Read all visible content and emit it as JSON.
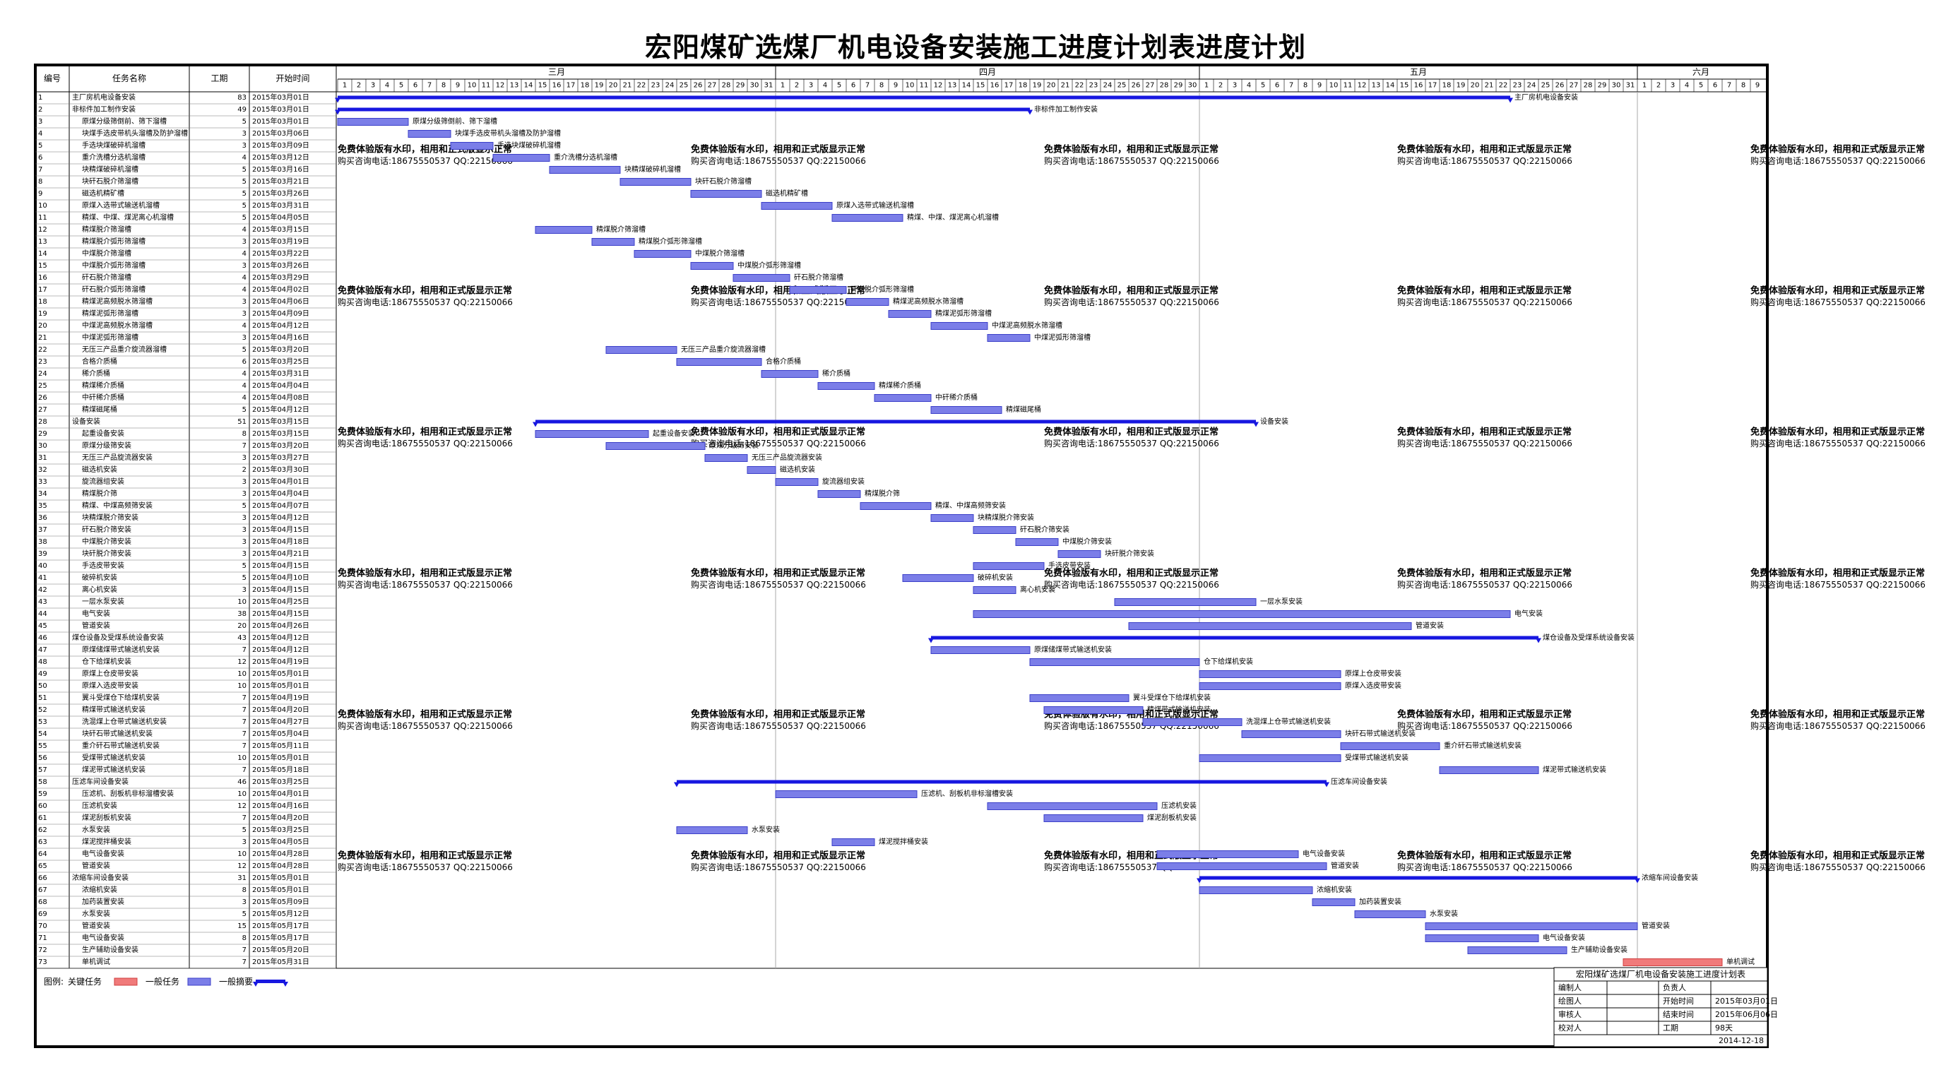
{
  "title": "宏阳煤矿选煤厂机电设备安装施工进度计划表进度计划",
  "columns": {
    "id": "编号",
    "name": "任务名称",
    "duration": "工期",
    "start": "开始时间"
  },
  "months": [
    "三月",
    "四月",
    "五月",
    "六月"
  ],
  "colors": {
    "task_bar": "#7b7ee8",
    "task_bar_border": "#3c40c8",
    "summary_bar": "#1717e0",
    "critical": "#f07a7a",
    "critical_text": "#ff0000",
    "watermark": "#d6b85c",
    "frame": "#000000",
    "grid": "#aaaaaa"
  },
  "watermark": {
    "line1": "免费体验版有水印，相用和正式版显示正常",
    "line2": "购买咨询电话:18675550537 QQ:22150066"
  },
  "legend": {
    "label": "图例:",
    "critical": "关键任务",
    "normal": "一般任务",
    "summary": "一般摘要"
  },
  "info_box": {
    "title": "宏阳煤矿选煤厂机电设备安装施工进度计划表",
    "rows": [
      [
        "编制人",
        "",
        "负责人",
        ""
      ],
      [
        "绘图人",
        "",
        "开始时间",
        "2015年03月01日"
      ],
      [
        "审核人",
        "",
        "结束时间",
        "2015年06月06日"
      ],
      [
        "校对人",
        "",
        "工期",
        "98天"
      ]
    ],
    "date": "2014-12-18"
  },
  "chart_data": {
    "type": "gantt",
    "title": "宏阳煤矿选煤厂机电设备安装施工进度计划表进度计划",
    "x_range": [
      "2015-03-01",
      "2015-06-09"
    ],
    "tasks": [
      {
        "id": "1",
        "name": "主厂房机电设备安装",
        "duration": 83,
        "start": "2015年03月01日",
        "kind": "summary",
        "bar_label": "主厂房机电设备安装"
      },
      {
        "id": "2",
        "name": "非标件加工制作安装",
        "duration": 49,
        "start": "2015年03月01日",
        "kind": "summary",
        "bar_label": "非标件加工制作安装"
      },
      {
        "id": "3",
        "name": "原煤分级筛倒前、筛下溜槽",
        "duration": 5,
        "start": "2015年03月01日",
        "kind": "task",
        "bar_label": "原煤分级筛倒前、筛下溜槽"
      },
      {
        "id": "4",
        "name": "块煤手选皮带机头溜槽及防护溜槽",
        "duration": 3,
        "start": "2015年03月06日",
        "kind": "task",
        "bar_label": "块煤手选皮带机头溜槽及防护溜槽"
      },
      {
        "id": "5",
        "name": "手选块煤破碎机溜槽",
        "duration": 3,
        "start": "2015年03月09日",
        "kind": "task",
        "bar_label": "手选块煤破碎机溜槽"
      },
      {
        "id": "6",
        "name": "重介洗槽分选机溜槽",
        "duration": 4,
        "start": "2015年03月12日",
        "kind": "task",
        "bar_label": "重介洗槽分选机溜槽"
      },
      {
        "id": "7",
        "name": "块精煤破碎机溜槽",
        "duration": 5,
        "start": "2015年03月16日",
        "kind": "task",
        "bar_label": "块精煤破碎机溜槽"
      },
      {
        "id": "8",
        "name": "块矸石脱介筛溜槽",
        "duration": 5,
        "start": "2015年03月21日",
        "kind": "task",
        "bar_label": "块矸石脱介筛溜槽"
      },
      {
        "id": "9",
        "name": "磁选机精矿槽",
        "duration": 5,
        "start": "2015年03月26日",
        "kind": "task",
        "bar_label": "磁选机精矿槽"
      },
      {
        "id": "10",
        "name": "原煤入选带式输送机溜槽",
        "duration": 5,
        "start": "2015年03月31日",
        "kind": "task",
        "bar_label": "原煤入选带式输送机溜槽"
      },
      {
        "id": "11",
        "name": "精煤、中煤、煤泥离心机溜槽",
        "duration": 5,
        "start": "2015年04月05日",
        "kind": "task",
        "bar_label": "精煤、中煤、煤泥离心机溜槽"
      },
      {
        "id": "12",
        "name": "精煤脱介筛溜槽",
        "duration": 4,
        "start": "2015年03月15日",
        "kind": "task",
        "bar_label": "精煤脱介筛溜槽"
      },
      {
        "id": "13",
        "name": "精煤脱介弧形筛溜槽",
        "duration": 3,
        "start": "2015年03月19日",
        "kind": "task",
        "bar_label": "精煤脱介弧形筛溜槽"
      },
      {
        "id": "14",
        "name": "中煤脱介筛溜槽",
        "duration": 4,
        "start": "2015年03月22日",
        "kind": "task",
        "bar_label": "中煤脱介筛溜槽"
      },
      {
        "id": "15",
        "name": "中煤脱介弧形筛溜槽",
        "duration": 3,
        "start": "2015年03月26日",
        "kind": "task",
        "bar_label": "中煤脱介弧形筛溜槽"
      },
      {
        "id": "16",
        "name": "矸石脱介筛溜槽",
        "duration": 4,
        "start": "2015年03月29日",
        "kind": "task",
        "bar_label": "矸石脱介筛溜槽"
      },
      {
        "id": "17",
        "name": "矸石脱介弧形筛溜槽",
        "duration": 4,
        "start": "2015年04月02日",
        "kind": "task",
        "bar_label": "矸石脱介弧形筛溜槽"
      },
      {
        "id": "18",
        "name": "精煤泥高频脱水筛溜槽",
        "duration": 3,
        "start": "2015年04月06日",
        "kind": "task",
        "bar_label": "精煤泥高频脱水筛溜槽"
      },
      {
        "id": "19",
        "name": "精煤泥弧形筛溜槽",
        "duration": 3,
        "start": "2015年04月09日",
        "kind": "task",
        "bar_label": "精煤泥弧形筛溜槽"
      },
      {
        "id": "20",
        "name": "中煤泥高频脱水筛溜槽",
        "duration": 4,
        "start": "2015年04月12日",
        "kind": "task",
        "bar_label": "中煤泥高频脱水筛溜槽"
      },
      {
        "id": "21",
        "name": "中煤泥弧形筛溜槽",
        "duration": 3,
        "start": "2015年04月16日",
        "kind": "task",
        "bar_label": "中煤泥弧形筛溜槽"
      },
      {
        "id": "22",
        "name": "无压三产品重介旋流器溜槽",
        "duration": 5,
        "start": "2015年03月20日",
        "kind": "task",
        "bar_label": "无压三产品重介旋流器溜槽"
      },
      {
        "id": "23",
        "name": "合格介质桶",
        "duration": 6,
        "start": "2015年03月25日",
        "kind": "task",
        "bar_label": "合格介质桶"
      },
      {
        "id": "24",
        "name": "稀介质桶",
        "duration": 4,
        "start": "2015年03月31日",
        "kind": "task",
        "bar_label": "稀介质桶"
      },
      {
        "id": "25",
        "name": "精煤稀介质桶",
        "duration": 4,
        "start": "2015年04月04日",
        "kind": "task",
        "bar_label": "精煤稀介质桶"
      },
      {
        "id": "26",
        "name": "中矸稀介质桶",
        "duration": 4,
        "start": "2015年04月08日",
        "kind": "task",
        "bar_label": "中矸稀介质桶"
      },
      {
        "id": "27",
        "name": "精煤磁尾桶",
        "duration": 5,
        "start": "2015年04月12日",
        "kind": "task",
        "bar_label": "精煤磁尾桶"
      },
      {
        "id": "28",
        "name": "设备安装",
        "duration": 51,
        "start": "2015年03月15日",
        "kind": "summary",
        "bar_label": "设备安装"
      },
      {
        "id": "29",
        "name": "起重设备安装",
        "duration": 8,
        "start": "2015年03月15日",
        "kind": "task",
        "bar_label": "起重设备安装"
      },
      {
        "id": "30",
        "name": "原煤分级筛安装",
        "duration": 7,
        "start": "2015年03月20日",
        "kind": "task",
        "bar_label": "原煤分级筛安装"
      },
      {
        "id": "31",
        "name": "无压三产品旋流器安装",
        "duration": 3,
        "start": "2015年03月27日",
        "kind": "task",
        "bar_label": "无压三产品旋流器安装"
      },
      {
        "id": "32",
        "name": "磁选机安装",
        "duration": 2,
        "start": "2015年03月30日",
        "kind": "task",
        "bar_label": "磁选机安装"
      },
      {
        "id": "33",
        "name": "旋流器组安装",
        "duration": 3,
        "start": "2015年04月01日",
        "kind": "task",
        "bar_label": "旋流器组安装"
      },
      {
        "id": "34",
        "name": "精煤脱介筛",
        "duration": 3,
        "start": "2015年04月04日",
        "kind": "task",
        "bar_label": "精煤脱介筛"
      },
      {
        "id": "35",
        "name": "精煤、中煤高频筛安装",
        "duration": 5,
        "start": "2015年04月07日",
        "kind": "task",
        "bar_label": "精煤、中煤高频筛安装"
      },
      {
        "id": "36",
        "name": "块精煤脱介筛安装",
        "duration": 3,
        "start": "2015年04月12日",
        "kind": "task",
        "bar_label": "块精煤脱介筛安装"
      },
      {
        "id": "37",
        "name": "矸石脱介筛安装",
        "duration": 3,
        "start": "2015年04月15日",
        "kind": "task",
        "bar_label": "矸石脱介筛安装"
      },
      {
        "id": "38",
        "name": "中煤脱介筛安装",
        "duration": 3,
        "start": "2015年04月18日",
        "kind": "task",
        "bar_label": "中煤脱介筛安装"
      },
      {
        "id": "39",
        "name": "块矸脱介筛安装",
        "duration": 3,
        "start": "2015年04月21日",
        "kind": "task",
        "bar_label": "块矸脱介筛安装"
      },
      {
        "id": "40",
        "name": "手选皮带安装",
        "duration": 5,
        "start": "2015年04月15日",
        "kind": "task",
        "bar_label": "手选皮带安装"
      },
      {
        "id": "41",
        "name": "破碎机安装",
        "duration": 5,
        "start": "2015年04月10日",
        "kind": "task",
        "bar_label": "破碎机安装"
      },
      {
        "id": "42",
        "name": "离心机安装",
        "duration": 3,
        "start": "2015年04月15日",
        "kind": "task",
        "bar_label": "离心机安装"
      },
      {
        "id": "43",
        "name": "一层水泵安装",
        "duration": 10,
        "start": "2015年04月25日",
        "kind": "task",
        "bar_label": "一层水泵安装"
      },
      {
        "id": "44",
        "name": "电气安装",
        "duration": 38,
        "start": "2015年04月15日",
        "kind": "task",
        "bar_label": "电气安装"
      },
      {
        "id": "45",
        "name": "管道安装",
        "duration": 20,
        "start": "2015年04月26日",
        "kind": "task",
        "bar_label": "管道安装"
      },
      {
        "id": "46",
        "name": "煤仓设备及受煤系统设备安装",
        "duration": 43,
        "start": "2015年04月12日",
        "kind": "summary",
        "bar_label": "煤仓设备及受煤系统设备安装"
      },
      {
        "id": "47",
        "name": "原煤储煤带式输送机安装",
        "duration": 7,
        "start": "2015年04月12日",
        "kind": "task",
        "bar_label": "原煤储煤带式输送机安装"
      },
      {
        "id": "48",
        "name": "仓下给煤机安装",
        "duration": 12,
        "start": "2015年04月19日",
        "kind": "task",
        "bar_label": "仓下给煤机安装"
      },
      {
        "id": "49",
        "name": "原煤上仓皮带安装",
        "duration": 10,
        "start": "2015年05月01日",
        "kind": "task",
        "bar_label": "原煤上仓皮带安装"
      },
      {
        "id": "50",
        "name": "原煤入选皮带安装",
        "duration": 10,
        "start": "2015年05月01日",
        "kind": "task",
        "bar_label": "原煤入选皮带安装"
      },
      {
        "id": "51",
        "name": "翼斗受煤仓下给煤机安装",
        "duration": 7,
        "start": "2015年04月19日",
        "kind": "task",
        "bar_label": "翼斗受煤仓下给煤机安装"
      },
      {
        "id": "52",
        "name": "精煤带式输送机安装",
        "duration": 7,
        "start": "2015年04月20日",
        "kind": "task",
        "bar_label": "精煤带式输送机安装"
      },
      {
        "id": "53",
        "name": "洗混煤上仓带式输送机安装",
        "duration": 7,
        "start": "2015年04月27日",
        "kind": "task",
        "bar_label": "洗混煤上仓带式输送机安装"
      },
      {
        "id": "54",
        "name": "块矸石带式输送机安装",
        "duration": 7,
        "start": "2015年05月04日",
        "kind": "task",
        "bar_label": "块矸石带式输送机安装"
      },
      {
        "id": "55",
        "name": "重介矸石带式输送机安装",
        "duration": 7,
        "start": "2015年05月11日",
        "kind": "task",
        "bar_label": "重介矸石带式输送机安装"
      },
      {
        "id": "56",
        "name": "受煤带式输送机安装",
        "duration": 10,
        "start": "2015年05月01日",
        "kind": "task",
        "bar_label": "受煤带式输送机安装"
      },
      {
        "id": "57",
        "name": "煤泥带式输送机安装",
        "duration": 7,
        "start": "2015年05月18日",
        "kind": "task",
        "bar_label": "煤泥带式输送机安装"
      },
      {
        "id": "58",
        "name": "压滤车间设备安装",
        "duration": 46,
        "start": "2015年03月25日",
        "kind": "summary",
        "bar_label": "压滤车间设备安装"
      },
      {
        "id": "59",
        "name": "压滤机、刮板机非标溜槽安装",
        "duration": 10,
        "start": "2015年04月01日",
        "kind": "task",
        "bar_label": "压滤机、刮板机非标溜槽安装"
      },
      {
        "id": "60",
        "name": "压滤机安装",
        "duration": 12,
        "start": "2015年04月16日",
        "kind": "task",
        "bar_label": "压滤机安装"
      },
      {
        "id": "61",
        "name": "煤泥刮板机安装",
        "duration": 7,
        "start": "2015年04月20日",
        "kind": "task",
        "bar_label": "煤泥刮板机安装"
      },
      {
        "id": "62",
        "name": "水泵安装",
        "duration": 5,
        "start": "2015年03月25日",
        "kind": "task",
        "bar_label": "水泵安装"
      },
      {
        "id": "63",
        "name": "煤泥搅拌桶安装",
        "duration": 3,
        "start": "2015年04月05日",
        "kind": "task",
        "bar_label": "煤泥搅拌桶安装"
      },
      {
        "id": "64",
        "name": "电气设备安装",
        "duration": 10,
        "start": "2015年04月28日",
        "kind": "task",
        "bar_label": "电气设备安装"
      },
      {
        "id": "65",
        "name": "管道安装",
        "duration": 12,
        "start": "2015年04月28日",
        "kind": "task",
        "bar_label": "管道安装"
      },
      {
        "id": "66",
        "name": "浓缩车间设备安装",
        "duration": 31,
        "start": "2015年05月01日",
        "kind": "summary",
        "bar_label": "浓缩车间设备安装"
      },
      {
        "id": "67",
        "name": "浓缩机安装",
        "duration": 8,
        "start": "2015年05月01日",
        "kind": "task",
        "bar_label": "浓缩机安装"
      },
      {
        "id": "68",
        "name": "加药装置安装",
        "duration": 3,
        "start": "2015年05月09日",
        "kind": "task",
        "bar_label": "加药装置安装"
      },
      {
        "id": "69",
        "name": "水泵安装",
        "duration": 5,
        "start": "2015年05月12日",
        "kind": "task",
        "bar_label": "水泵安装"
      },
      {
        "id": "70",
        "name": "管道安装",
        "duration": 15,
        "start": "2015年05月17日",
        "kind": "task",
        "bar_label": "管道安装"
      },
      {
        "id": "71",
        "name": "电气设备安装",
        "duration": 8,
        "start": "2015年05月17日",
        "kind": "task",
        "bar_label": "电气设备安装"
      },
      {
        "id": "72",
        "name": "生产辅助设备安装",
        "duration": 7,
        "start": "2015年05月20日",
        "kind": "task",
        "bar_label": "生产辅助设备安装"
      },
      {
        "id": "73",
        "name": "单机调试",
        "duration": 7,
        "start": "2015年05月31日",
        "kind": "critical",
        "bar_label": "单机调试"
      }
    ]
  }
}
